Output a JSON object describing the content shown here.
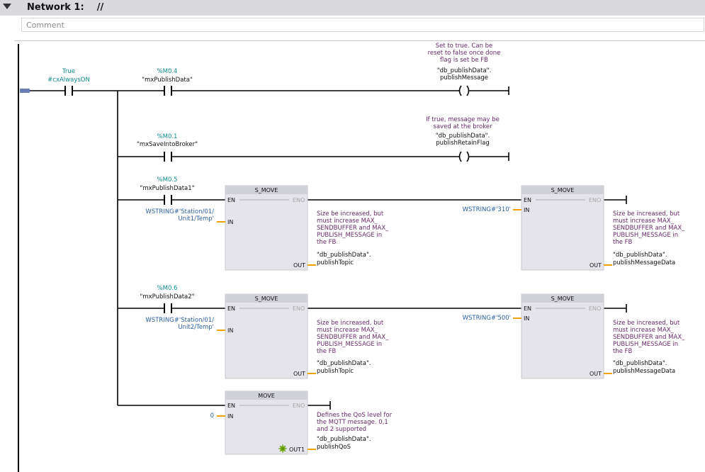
{
  "network": {
    "title": "Network 1:    //",
    "comment_placeholder": "Comment"
  },
  "contacts": {
    "always_on": {
      "addr": "True",
      "name": "#cxAlwaysON"
    },
    "publish": {
      "addr": "%M0.4",
      "name": "\"mxPublishData\""
    },
    "broker": {
      "addr": "%M0.1",
      "name": "\"mxSaveIntoBroker\""
    },
    "pub1": {
      "addr": "%M0.5",
      "name": "\"mxPublishData1\""
    },
    "pub2": {
      "addr": "%M0.6",
      "name": "\"mxPublishData2\""
    }
  },
  "coils": {
    "publish_msg": {
      "comment": [
        "Set to true. Can be",
        "reset to false once done",
        "flag is set be FB"
      ],
      "name": [
        "\"db_publishData\".",
        "publishMessage"
      ]
    },
    "retain": {
      "comment": [
        "If true, message may be",
        "saved at the broker"
      ],
      "name": [
        "\"db_publishData\".",
        "publishRetainFlag"
      ]
    }
  },
  "pins": {
    "en": "EN",
    "eno": "ENO",
    "in": "IN",
    "out": "OUT",
    "out1": "OUT1"
  },
  "blocks": {
    "smove1a": {
      "title": "S_MOVE",
      "in": [
        "WSTRING#'Station/01/",
        "Unit1/Temp'"
      ],
      "comment": [
        "Size be increased, but",
        "must increase MAX_",
        "SENDBUFFER and MAX_",
        "PUBLISH_MESSAGE in",
        "the FB"
      ],
      "out": [
        "\"db_publishData\".",
        "publishTopic"
      ]
    },
    "smove1b": {
      "title": "S_MOVE",
      "in": [
        "WSTRING#'310'"
      ],
      "comment": [
        "Size be increased, but",
        "must increase MAX_",
        "SENDBUFFER and MAX_",
        "PUBLISH_MESSAGE in",
        "the FB"
      ],
      "out": [
        "\"db_publishData\".",
        "publishMessageData"
      ]
    },
    "smove2a": {
      "title": "S_MOVE",
      "in": [
        "WSTRING#'Station/01/",
        "Unit2/Temp'"
      ],
      "comment": [
        "Size be increased, but",
        "must increase MAX_",
        "SENDBUFFER and MAX_",
        "PUBLISH_MESSAGE in",
        "the FB"
      ],
      "out": [
        "\"db_publishData\".",
        "publishTopic"
      ]
    },
    "smove2b": {
      "title": "S_MOVE",
      "in": [
        "WSTRING#'500'"
      ],
      "comment": [
        "Size be increased, but",
        "must increase MAX_",
        "SENDBUFFER and MAX_",
        "PUBLISH_MESSAGE in",
        "the FB"
      ],
      "out": [
        "\"db_publishData\".",
        "publishMessageData"
      ]
    },
    "move": {
      "title": "MOVE",
      "in": [
        "0"
      ],
      "comment": [
        "Defines the QoS level for",
        "the MQTT message. 0,1",
        "and 2 supported"
      ],
      "out": [
        "\"db_publishData\".",
        "publishQoS"
      ]
    }
  }
}
